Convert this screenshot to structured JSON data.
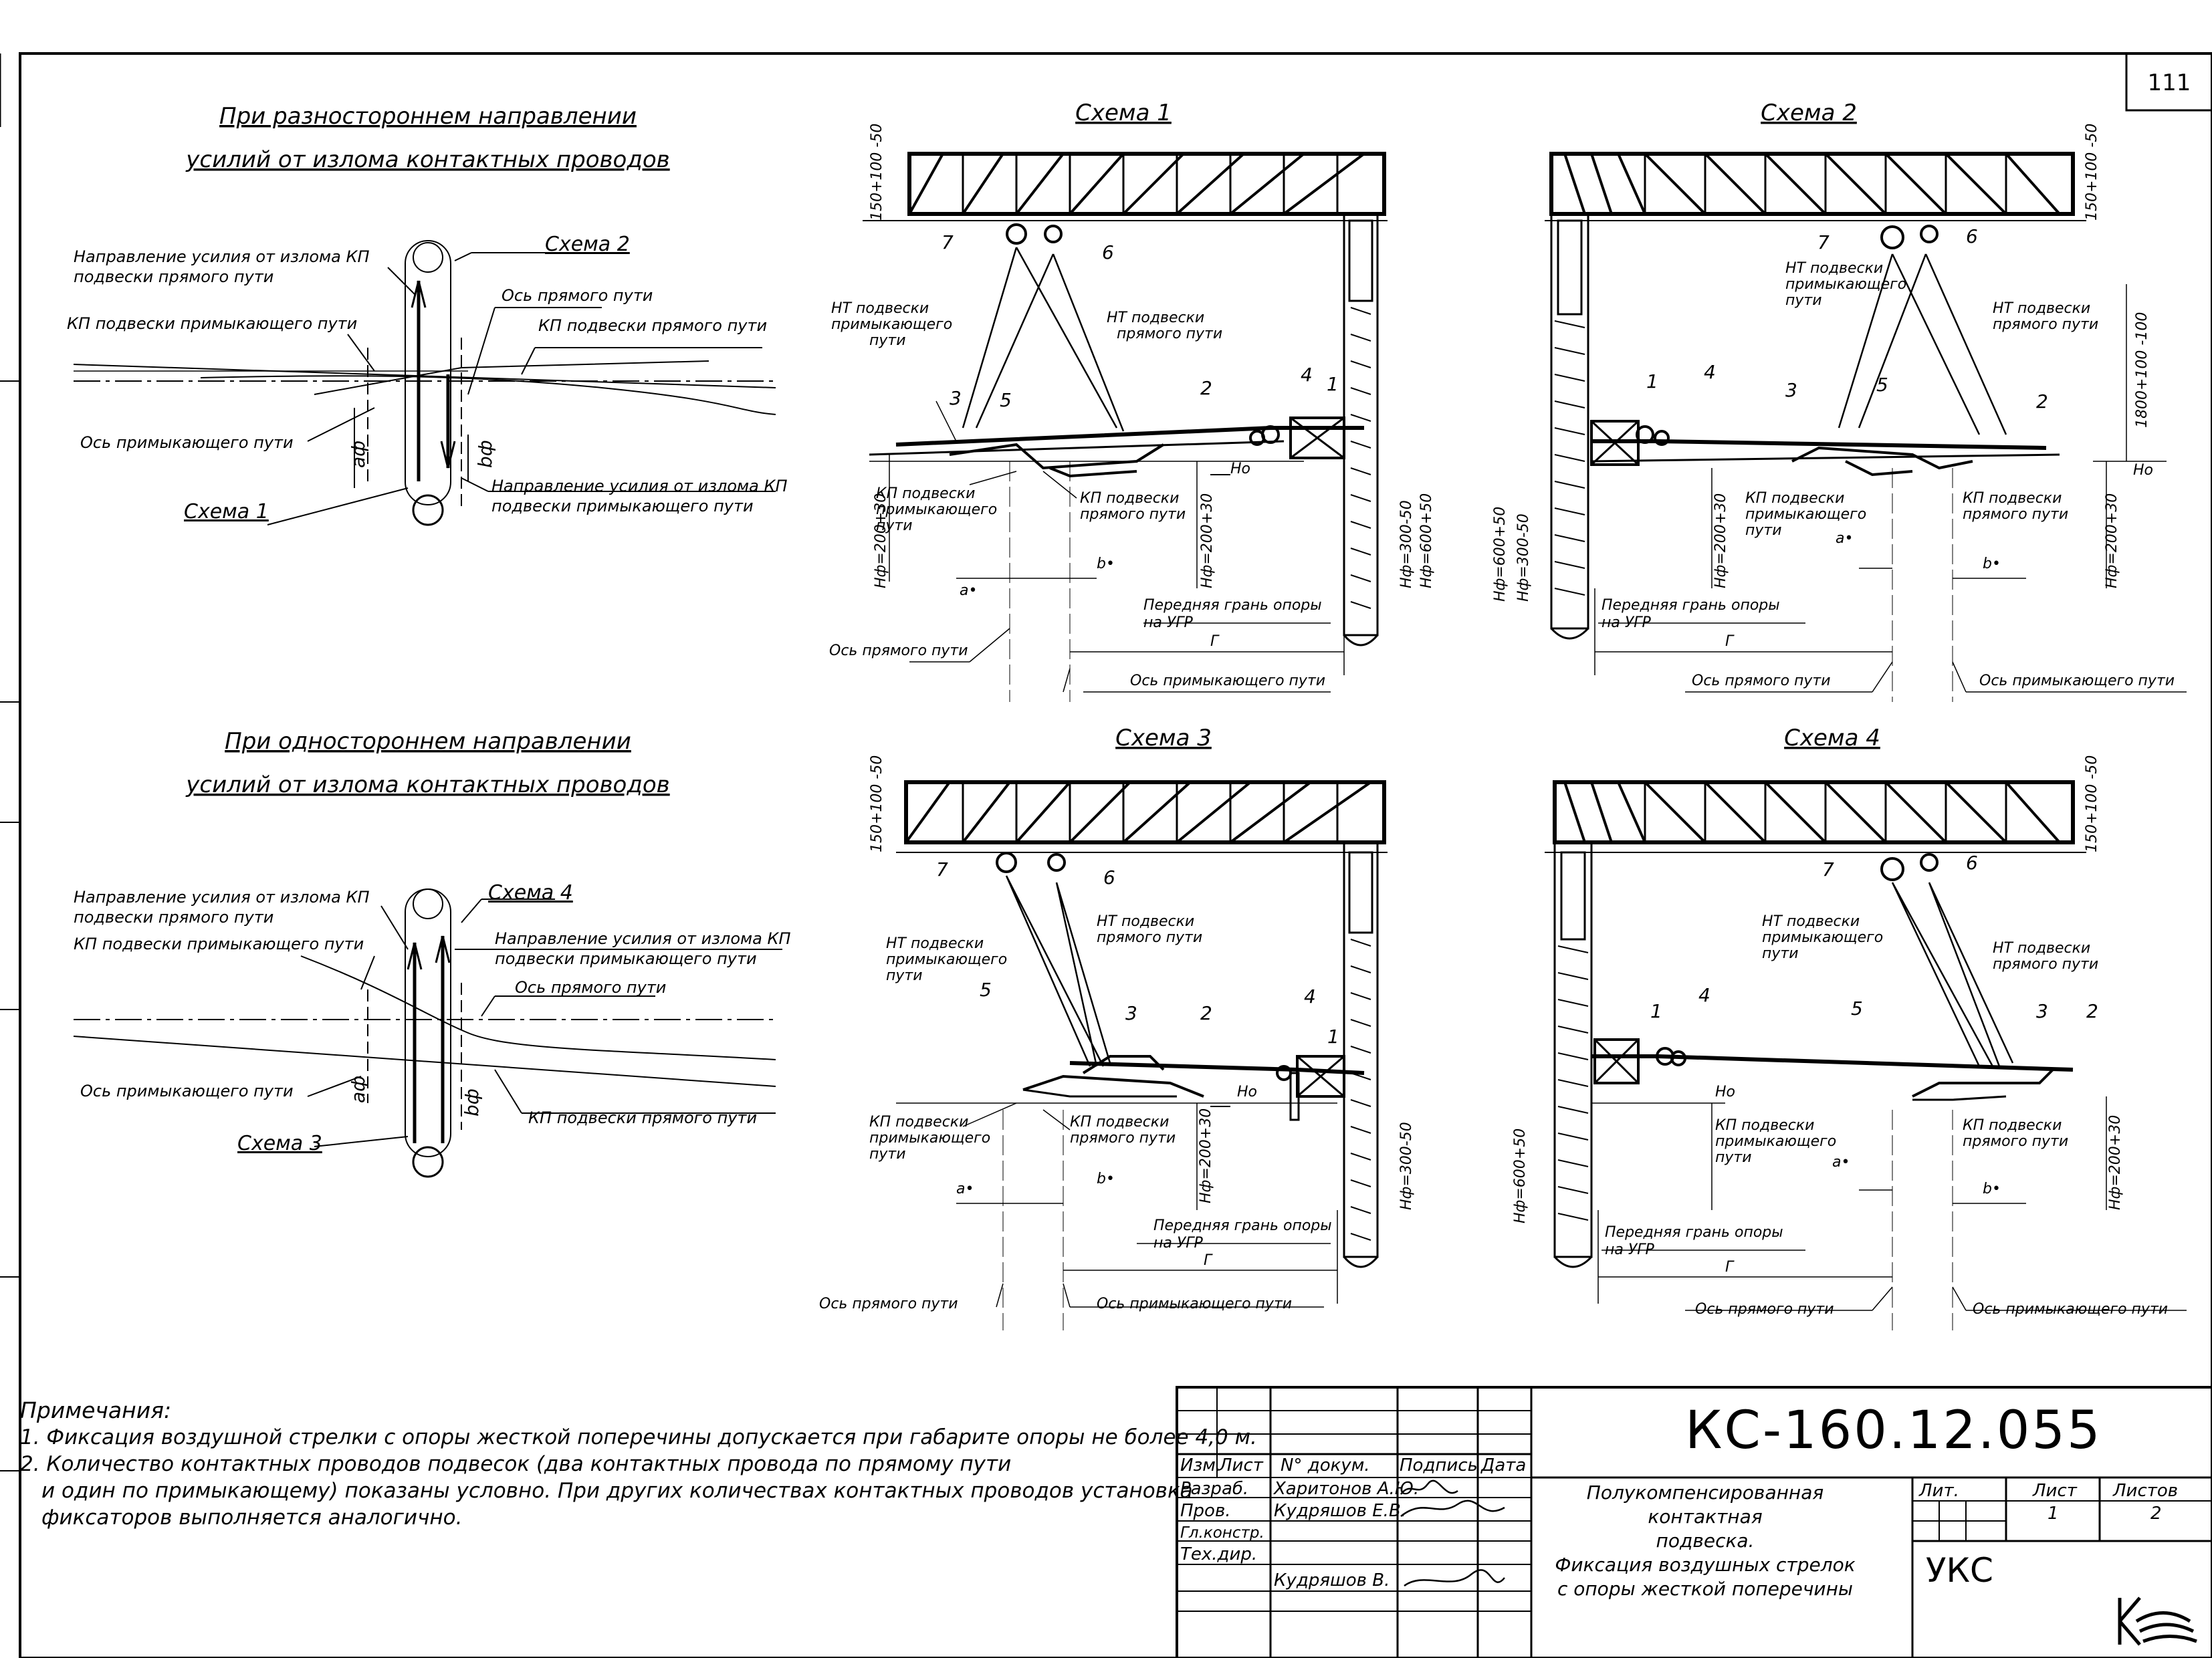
{
  "page_number": "111",
  "left_panel": {
    "top": {
      "title_line1": "При разностороннем направлении",
      "title_line2": "усилий от излома контактных проводов",
      "labels": {
        "force_kp_straight_1": "Направление усилия от излома КП",
        "force_kp_straight_2": "подвески прямого пути",
        "kp_adjacent": "КП подвески примыкающего пути",
        "scheme2": "Схема 2",
        "axis_straight": "Ось прямого пути",
        "kp_straight": "КП подвески прямого пути",
        "axis_adjacent": "Ось примыкающего пути",
        "a": "аф",
        "b": "bф",
        "force_kp_adjacent_1": "Направление усилия от излома КП",
        "force_kp_adjacent_2": "подвески примыкающего пути",
        "scheme1": "Схема 1"
      }
    },
    "bottom": {
      "title_line1": "При одностороннем направлении",
      "title_line2": "усилий от излома контактных проводов",
      "labels": {
        "force_kp_straight_1": "Направление усилия от излома КП",
        "force_kp_straight_2": "подвески прямого пути",
        "kp_adjacent": "КП подвески примыкающего пути",
        "scheme4": "Схема 4",
        "force_kp_adjacent_1": "Направление усилия от излома КП",
        "force_kp_adjacent_2": "подвески примыкающего пути",
        "axis_straight": "Ось прямого пути",
        "axis_adjacent": "Ось примыкающего пути",
        "kp_straight": "КП подвески прямого пути",
        "a": "аф",
        "b": "bф",
        "scheme3": "Схема 3"
      }
    }
  },
  "schemes": [
    {
      "title": "Схема 1",
      "dim_top": "150+100 -50",
      "nt_adjacent": [
        "НТ подвески",
        "примыкающего",
        "пути"
      ],
      "nt_straight": [
        "НТ подвески",
        "прямого пути"
      ],
      "kp_adjacent": [
        "КП подвески",
        "примыкающего",
        "пути"
      ],
      "kp_straight": [
        "КП подвески",
        "прямого пути"
      ],
      "hf": "Нф=200+30",
      "hf2": "Нф=200+30",
      "h_ugr1": "Нф=300-50",
      "h_ugr2": "Нф=600+50",
      "ho": "Но",
      "a": "а•",
      "b": "b•",
      "front_face": [
        "Передняя грань опоры",
        "на УГР"
      ],
      "g": "Г",
      "axis_straight": "Ось прямого пути",
      "axis_adjacent": "Ось примыкающего пути",
      "nums": [
        "1",
        "2",
        "3",
        "4",
        "5",
        "6",
        "7"
      ]
    },
    {
      "title": "Схема 2",
      "dim_top": "150+100 -50",
      "nt_adjacent": [
        "НТ подвески",
        "примыкающего",
        "пути"
      ],
      "nt_straight": [
        "НТ подвески",
        "прямого пути"
      ],
      "kp_adjacent": [
        "КП подвески",
        "примыкающего",
        "пути"
      ],
      "kp_straight": [
        "КП подвески",
        "прямого пути"
      ],
      "dim_right": "1800+100 -100",
      "hf_left1": "Нф=600+50",
      "hf_left2": "Нф=300-50",
      "hf": "Нф=200+30",
      "hf2": "Нф=200+30",
      "ho": "Но",
      "a": "а•",
      "b": "b•",
      "front_face": [
        "Передняя грань опоры",
        "на УГР"
      ],
      "g": "Г",
      "axis_straight": "Ось прямого пути",
      "axis_adjacent": "Ось примыкающего пути",
      "nums": [
        "1",
        "2",
        "3",
        "4",
        "5",
        "6",
        "7"
      ]
    },
    {
      "title": "Схема 3",
      "dim_top": "150+100 -50",
      "nt_adjacent": [
        "НТ подвески",
        "примыкающего",
        "пути"
      ],
      "nt_straight": [
        "НТ подвески",
        "прямого пути"
      ],
      "kp_adjacent": [
        "КП подвески",
        "примыкающего",
        "пути"
      ],
      "kp_straight": [
        "КП подвески",
        "прямого пути"
      ],
      "hf": "Нф=200+30",
      "h_ugr1": "Нф=300-50",
      "ho": "Но",
      "a": "а•",
      "b": "b•",
      "front_face": [
        "Передняя грань опоры",
        "на УГР"
      ],
      "g": "Г",
      "axis_straight": "Ось прямого пути",
      "axis_adjacent": "Ось примыкающего пути",
      "nums": [
        "1",
        "2",
        "3",
        "4",
        "5",
        "6",
        "7"
      ]
    },
    {
      "title": "Схема 4",
      "dim_top": "150+100 -50",
      "nt_adjacent": [
        "НТ подвески",
        "примыкающего",
        "пути"
      ],
      "nt_straight": [
        "НТ подвески",
        "прямого пути"
      ],
      "kp_adjacent": [
        "КП подвески",
        "примыкающего",
        "пути"
      ],
      "kp_straight": [
        "КП подвески",
        "прямого пути"
      ],
      "hf_left1": "Нф=600+50",
      "hf": "Нф=200+30",
      "ho": "Но",
      "a": "а•",
      "b": "b•",
      "front_face": [
        "Передняя грань опоры",
        "на УГР"
      ],
      "g": "Г",
      "axis_straight": "Ось прямого пути",
      "axis_adjacent": "Ось примыкающего пути",
      "nums": [
        "1",
        "2",
        "3",
        "4",
        "5",
        "6",
        "7"
      ]
    }
  ],
  "notes": {
    "heading": "Примечания:",
    "items": [
      "1. Фиксация воздушной стрелки с опоры жесткой поперечины допускается при габарите опоры не более 4,0 м.",
      "2. Количество контактных проводов подвесок (два контактных провода по прямому пути",
      "и один по примыкающему) показаны условно. При других количествах контактных проводов установка",
      "фиксаторов выполняется аналогично."
    ]
  },
  "title_block": {
    "code": "КС-160.12.055",
    "headers": [
      "Изм.",
      "Лист",
      "N° докум.",
      "Подпись",
      "Дата"
    ],
    "rows": [
      {
        "role": "Разраб.",
        "name": "Харитонов А.Ю."
      },
      {
        "role": "Пров.",
        "name": "Кудряшов Е.В."
      },
      {
        "role": "Гл.констр.",
        "name": ""
      },
      {
        "role": "Тех.дир.",
        "name": ""
      },
      {
        "role": "",
        "name": "Кудряшов В."
      }
    ],
    "title_lines": [
      "Полукомпенсированная контактная",
      "подвеска.",
      "Фиксация воздушных стрелок",
      "с опоры жесткой поперечины"
    ],
    "lit_label": "Лит.",
    "sheet_label": "Лист",
    "sheets_label": "Листов",
    "sheet_value": "1",
    "sheets_value": "2",
    "org": "УКС"
  }
}
